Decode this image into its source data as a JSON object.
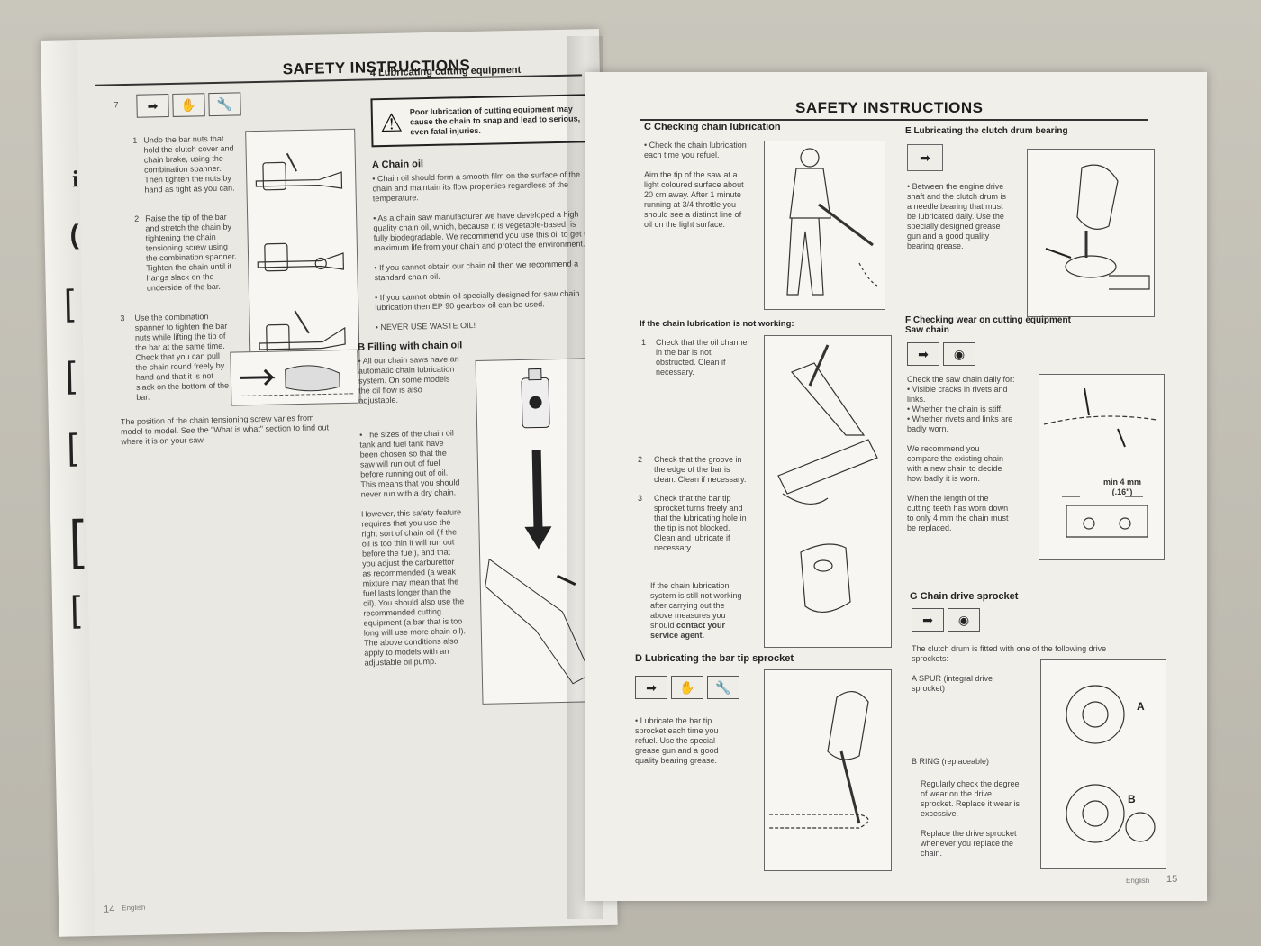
{
  "left": {
    "header": "SAFETY INSTRUCTIONS",
    "step_no": "7",
    "steps": [
      {
        "n": "1",
        "text": "Undo the bar nuts that\nhold the clutch cover and\nchain brake, using the\ncombination spanner.\nThen tighten the nuts by\nhand as tight as you can."
      },
      {
        "n": "2",
        "text": "Raise the tip of the bar\nand stretch the chain by\ntightening the chain\ntensioning screw using\nthe combination spanner.\nTighten the chain until it\nhangs slack on the\nunderside of the bar."
      },
      {
        "n": "3",
        "text": "Use the combination\nspanner to tighten the bar\nnuts while lifting the tip of\nthe bar at the same time.\nCheck that you can pull\nthe chain round freely by\nhand and that it is not\nslack on the bottom of the\nbar."
      }
    ],
    "note": "The position of the chain tensioning screw varies from\nmodel to model. See the \"What is what\" section to find out\nwhere it is on your saw.",
    "section4_title": "4  Lubricating cutting equipment",
    "warning": "Poor lubrication of cutting equipment may\ncause the chain to snap and lead to serious,\neven fatal injuries.",
    "a_title": "A  Chain oil",
    "a_text": "• Chain oil should form a smooth film on the surface of the\n  chain and maintain its flow properties regardless of the\n  temperature.\n\n• As a chain saw manufacturer we have developed a high\n  quality chain oil, which, because it is vegetable-based, is\n  fully biodegradable. We recommend you use this oil to get the\n  maximum life from your chain and protect the environment.\n\n• If you cannot obtain our chain oil then we recommend a\n  standard chain oil.\n\n• If you cannot obtain oil specially designed for saw chain\n  lubrication then EP 90 gearbox oil can be used.\n\n• NEVER USE WASTE OIL!",
    "b_title": "B  Filling with chain oil",
    "b_text1": "• All our chain saws have an\n  automatic chain lubrication\n  system. On some models\n  the oil flow is also\n  adjustable.",
    "b_text2": "• The sizes of the chain oil\n  tank and fuel tank have\n  been chosen so that the\n  saw will run out of fuel\n  before running out of oil.\n  This means that you should\n  never run with a dry chain.\n\n  However, this safety feature\n  requires that you use the\n  right sort of chain oil (if the\n  oil is too thin it will run out\n  before the fuel), and that\n  you adjust the carburettor\n  as recommended (a weak\n  mixture may mean that the\n  fuel lasts longer than the\n  oil). You should also use the\n  recommended cutting\n  equipment (a bar that is too\n  long will use more chain oil).\n  The above conditions also\n  apply to models with an\n  adjustable oil pump.",
    "page_no": "14",
    "lang": "English"
  },
  "right": {
    "header": "SAFETY INSTRUCTIONS",
    "c_title": "C  Checking chain lubrication",
    "c_text": "• Check the chain lubrication\n  each time you refuel.\n\n  Aim the tip of the saw at a\n  light coloured surface about\n  20 cm away. After 1 minute\n  running at 3/4 throttle you\n  should see a distinct line of\n  oil on the light surface.",
    "not_working_title": "If the chain lubrication is not working:",
    "nw1": "Check that the oil channel\nin the bar is not\nobstructed. Clean if\nnecessary.",
    "nw2": "Check that the groove in\nthe edge of the bar is\nclean. Clean if necessary.",
    "nw3": "Check that the bar tip\nsprocket turns freely and\nthat the lubricating hole in\nthe tip is not blocked.\nClean and lubricate if\nnecessary.",
    "nw4": "If the chain lubrication\nsystem is still not working\nafter carrying out the\nabove measures you\nshould ",
    "nw4_bold": "contact your\nservice agent.",
    "d_title": "D  Lubricating the bar tip sprocket",
    "d_text": "• Lubricate the bar tip\n  sprocket each time you\n  refuel. Use the special\n  grease gun and a good\n  quality bearing grease.",
    "e_title": "E  Lubricating the clutch drum bearing",
    "e_text": "• Between the engine drive\n  shaft and the clutch drum is\n  a needle bearing that must\n  be lubricated daily. Use the\n  specially designed grease\n  gun and a good quality\n  bearing grease.",
    "f_title": "F  Checking wear on cutting equipment\n    Saw chain",
    "f_text": "Check the saw chain daily for:\n• Visible cracks in rivets and\n  links.\n• Whether the chain is stiff.\n• Whether rivets and links are\n  badly worn.\n\n   We recommend you\n   compare the existing chain\n   with a new chain to decide\n   how badly it is worn.\n\n   When the length of the\n   cutting teeth has worn down\n   to only 4 mm the chain must\n   be replaced.",
    "min_label": "min 4 mm\n(.16\")",
    "g_title": "G  Chain drive sprocket",
    "g_text": "The clutch drum is fitted with one of the following drive\nsprockets:",
    "g_a": "A SPUR (integral drive\n   sprocket)",
    "g_b": "B RING (replaceable)",
    "g_b_text": "Regularly check the degree\nof wear on the drive\nsprocket. Replace it wear is\nexcessive.\n\nReplace the drive sprocket\nwhenever you replace the\nchain.",
    "label_a": "A",
    "label_b": "B",
    "page_no": "15",
    "lang": "English"
  }
}
